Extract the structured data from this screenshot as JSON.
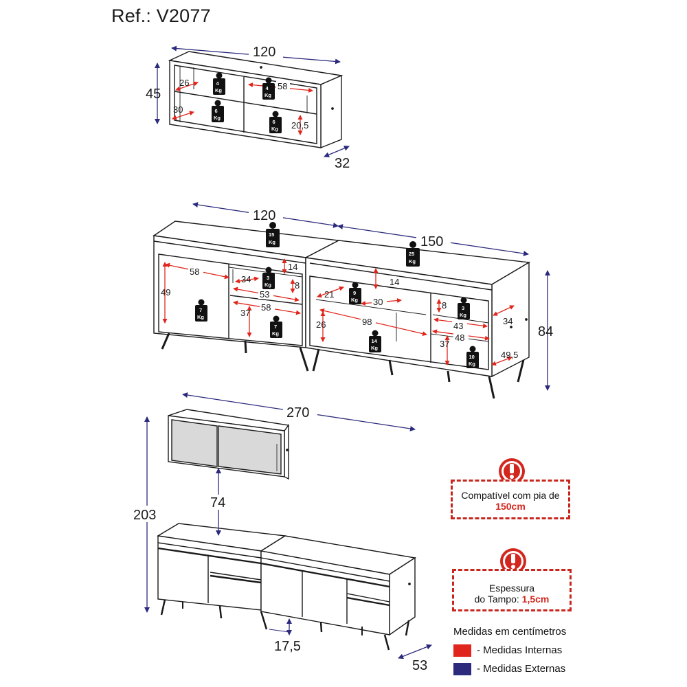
{
  "title": "Ref.: V2077",
  "upper_cabinet": {
    "external": {
      "width": "120",
      "height": "45",
      "depth": "32"
    },
    "internal": {
      "d1": "26",
      "d2": "58",
      "d3": "30",
      "d4": "20,5"
    },
    "weights": [
      {
        "value": "4",
        "unit": "Kg"
      },
      {
        "value": "4",
        "unit": "Kg"
      },
      {
        "value": "6",
        "unit": "Kg"
      },
      {
        "value": "6",
        "unit": "Kg"
      }
    ]
  },
  "lower_units": {
    "external": {
      "left_width": "120",
      "right_width": "150",
      "height": "84"
    },
    "internal": {
      "left": {
        "a": "58",
        "b": "49",
        "c": "34",
        "d": "14",
        "e": "8",
        "f": "53",
        "g": "58",
        "h": "37"
      },
      "right": {
        "a": "14",
        "b": "21",
        "c": "30",
        "d": "8",
        "e": "26",
        "f": "98",
        "g": "43",
        "h": "34",
        "i": "48",
        "j": "37",
        "k": "49,5"
      }
    },
    "weights": [
      {
        "value": "15",
        "unit": "Kg"
      },
      {
        "value": "25",
        "unit": "Kg"
      },
      {
        "value": "3",
        "unit": "Kg"
      },
      {
        "value": "7",
        "unit": "Kg"
      },
      {
        "value": "7",
        "unit": "Kg"
      },
      {
        "value": "9",
        "unit": "Kg"
      },
      {
        "value": "14",
        "unit": "Kg"
      },
      {
        "value": "3",
        "unit": "Kg"
      },
      {
        "value": "10",
        "unit": "Kg"
      }
    ]
  },
  "assembly": {
    "total_width": "270",
    "total_height": "203",
    "gap": "74",
    "leg_height": "17,5",
    "depth": "53"
  },
  "notices": [
    {
      "text": "Compatível com pia de",
      "highlight": "150cm"
    },
    {
      "text_line1": "Espessura",
      "text_line2": "do Tampo:",
      "highlight": "1,5cm"
    }
  ],
  "legend": {
    "heading": "Medidas em centímetros",
    "items": [
      {
        "label": "- Medidas Internas",
        "color": "#e0261c"
      },
      {
        "label": "- Medidas Externas",
        "color": "#2b2a7c"
      }
    ]
  },
  "colors": {
    "internal": "#e0261c",
    "external": "#2b2a7c",
    "line": "#1a1a1a",
    "weight": "#111111"
  }
}
